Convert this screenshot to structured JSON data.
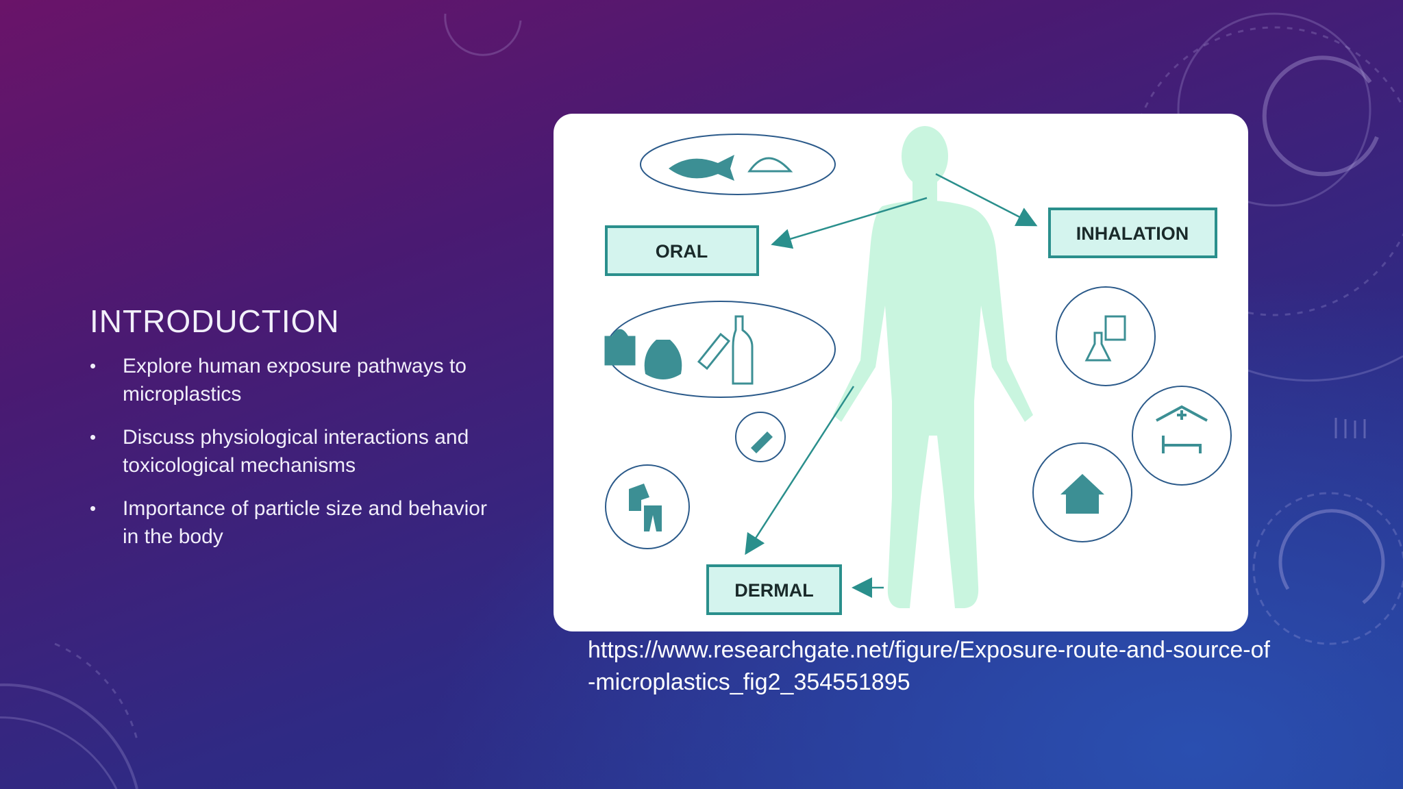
{
  "slide": {
    "title": "INTRODUCTION",
    "bullets": [
      "Explore human exposure pathways to microplastics",
      "Discuss physiological interactions and toxicological mechanisms",
      "Importance of particle size and behavior in the body"
    ]
  },
  "figure": {
    "labels": {
      "oral": "ORAL",
      "inhalation": "INHALATION",
      "dermal": "DERMAL"
    },
    "icons": [
      "fish-icon",
      "shell-icon",
      "shopping-bag-icon",
      "trash-bag-icon",
      "tube-icon",
      "bottle-icon",
      "lipstick-icon",
      "clothes-icon",
      "lab-icon",
      "hospital-icon",
      "house-icon"
    ],
    "colors": {
      "teal": "#2a8f8c",
      "body": "#c9f5df",
      "box_fill": "#d4f4ee",
      "icon": "#3c8f94"
    }
  },
  "caption": {
    "url": "https://www.researchgate.net/figure/Exposure-route-and-source-of-microplastics_fig2_354551895"
  },
  "colors": {
    "bg_top": "#6a1469",
    "bg_bottom": "#24378f"
  }
}
